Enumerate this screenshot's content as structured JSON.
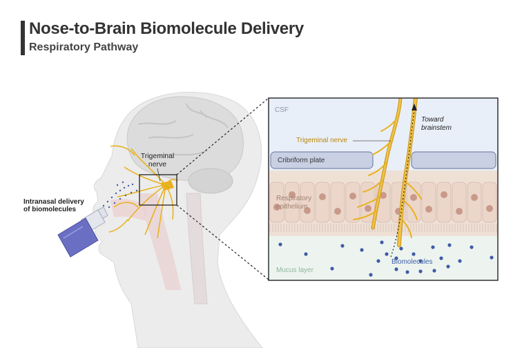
{
  "header": {
    "title": "Nose-to-Brain Biomolecule Delivery",
    "subtitle": "Respiratory Pathway"
  },
  "labels": {
    "intranasal": "Intranasal delivery\nof biomolecules",
    "trigeminal_head": "Trigeminal\nnerve"
  },
  "inset": {
    "csf": "CSF",
    "toward_brainstem": "Toward\nbrainstem",
    "trigeminal_nerve": "Trigeminal nerve",
    "cribriform_plate": "Cribriform plate",
    "respiratory_epithelium": "Respiratory\nepithelium",
    "mucus_layer": "Mucus layer",
    "biomolecules": "Biomolecules"
  },
  "colors": {
    "nerve": "#e8b21f",
    "csf_bg": "#e9eff8",
    "plate": "#c9d0e4",
    "epithelium": "#efe0d6",
    "mucus_bg": "#edf4ef",
    "biomolecule": "#3f5ca8",
    "bottle": "#6a6fc4"
  }
}
